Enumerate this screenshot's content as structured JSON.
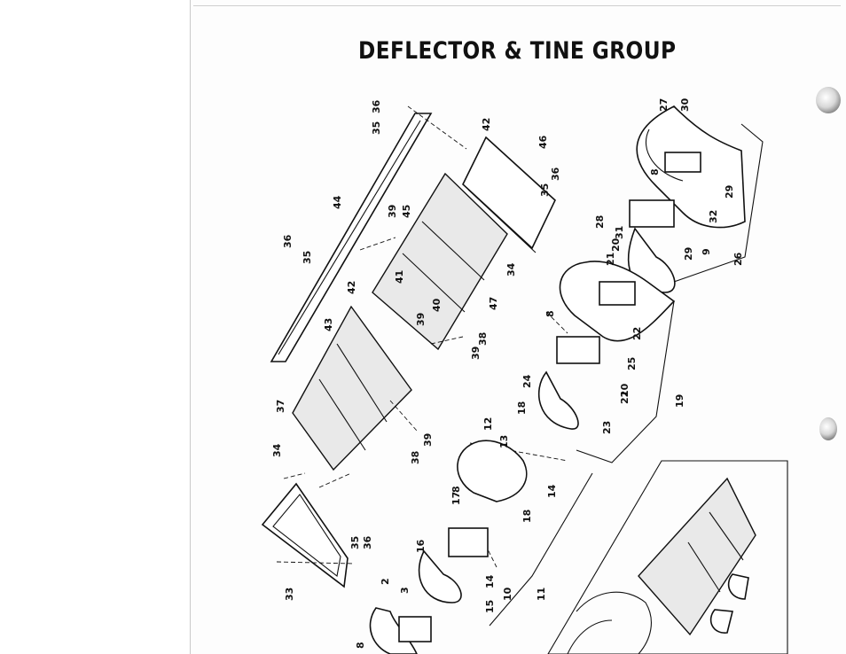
{
  "title": "DEFLECTOR & TINE GROUP",
  "callouts": [
    "36",
    "35",
    "42",
    "46",
    "44",
    "36",
    "35",
    "39",
    "45",
    "35",
    "36",
    "43",
    "42",
    "41",
    "40",
    "39",
    "34",
    "47",
    "38",
    "39",
    "37",
    "34",
    "38",
    "39",
    "33",
    "35",
    "36",
    "27",
    "30",
    "8",
    "29",
    "28",
    "31",
    "32",
    "29",
    "9",
    "26",
    "20",
    "21",
    "8",
    "22",
    "24",
    "25",
    "18",
    "22",
    "10",
    "23",
    "19",
    "12",
    "13",
    "8",
    "17",
    "14",
    "18",
    "16",
    "14",
    "10",
    "11",
    "3",
    "2",
    "15",
    "8"
  ]
}
